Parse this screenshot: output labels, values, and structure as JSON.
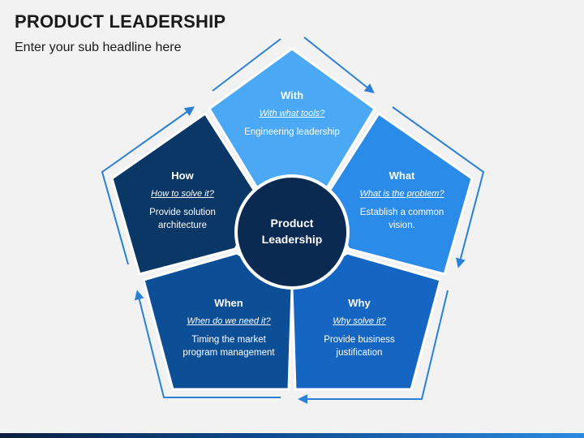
{
  "header": {
    "title": "PRODUCT LEADERSHIP",
    "subtitle": "Enter your sub headline here"
  },
  "center": {
    "line1": "Product",
    "line2": "Leadership"
  },
  "segments": [
    {
      "heading": "With",
      "question": "With what tools?",
      "desc1": "Engineering leadership",
      "desc2": "",
      "color": "#4aa8f5"
    },
    {
      "heading": "What",
      "question": "What is the problem?",
      "desc1": "Establish a common",
      "desc2": "vision.",
      "color": "#2a8be8"
    },
    {
      "heading": "Why",
      "question": "Why solve it?",
      "desc1": "Provide business",
      "desc2": "justification",
      "color": "#1466c2"
    },
    {
      "heading": "When",
      "question": "When do we need it?",
      "desc1": "Timing the market",
      "desc2": "program management",
      "color": "#0d4f96"
    },
    {
      "heading": "How",
      "question": "How to solve it?",
      "desc1": "Provide solution",
      "desc2": "architecture",
      "color": "#0a3766"
    }
  ],
  "colors": {
    "center": "#0a2a52",
    "arrow": "#2a7fd6"
  }
}
